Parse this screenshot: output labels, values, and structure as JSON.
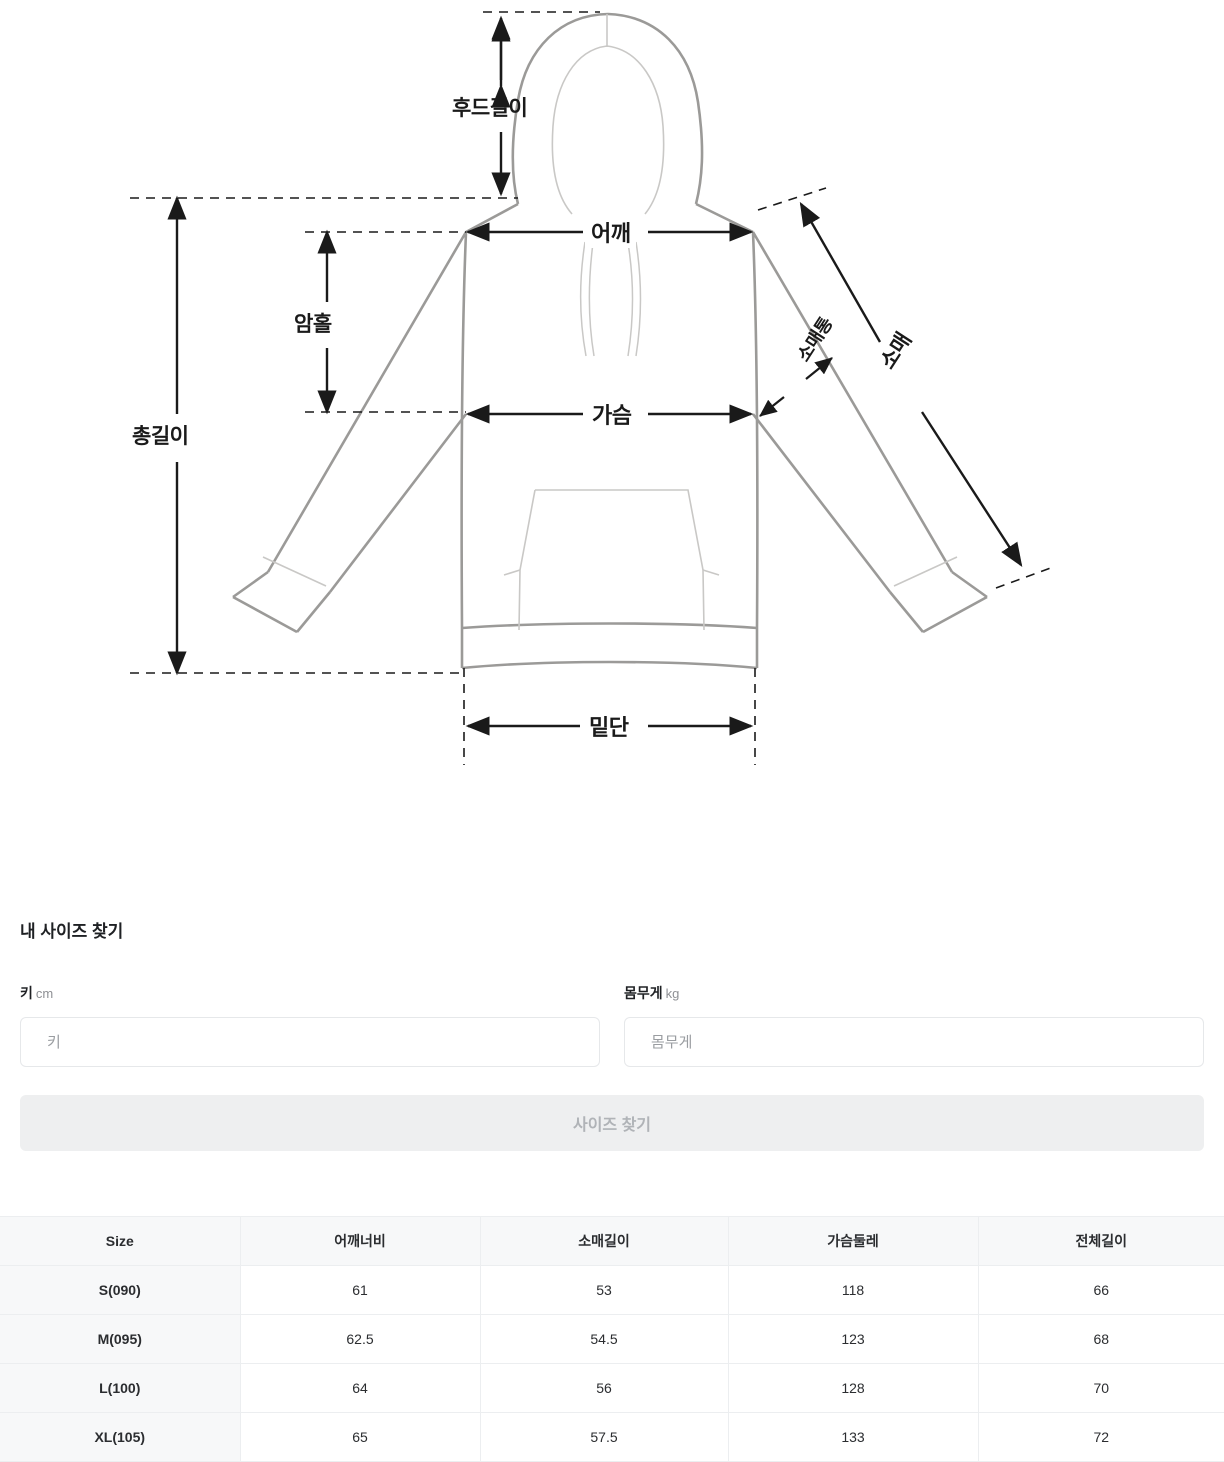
{
  "diagram": {
    "name": "hoodie-measurement-diagram",
    "labels": {
      "hood_length": "후드길이",
      "total_length": "총길이",
      "armhole": "암홀",
      "shoulder": "어깨",
      "chest": "가슴",
      "hem": "밑단",
      "sleeve": "소매",
      "sleeve_width": "소매통"
    }
  },
  "finder": {
    "title": "내 사이즈 찾기",
    "height_field": {
      "label": "키",
      "unit": "cm",
      "placeholder": "키",
      "value": ""
    },
    "weight_field": {
      "label": "몸무게",
      "unit": "kg",
      "placeholder": "몸무게",
      "value": ""
    },
    "submit_label": "사이즈 찾기"
  },
  "size_table": {
    "columns": [
      "Size",
      "어깨너비",
      "소매길이",
      "가슴둘레",
      "전체길이"
    ],
    "rows": [
      {
        "size": "S(090)",
        "shoulder": "61",
        "sleeve": "53",
        "chest": "118",
        "length": "66"
      },
      {
        "size": "M(095)",
        "shoulder": "62.5",
        "sleeve": "54.5",
        "chest": "123",
        "length": "68"
      },
      {
        "size": "L(100)",
        "shoulder": "64",
        "sleeve": "56",
        "chest": "128",
        "length": "70"
      },
      {
        "size": "XL(105)",
        "shoulder": "65",
        "sleeve": "57.5",
        "chest": "133",
        "length": "72"
      }
    ]
  },
  "colors": {
    "garment_outline": "#9b9a98",
    "garment_detail": "#c9c8c6",
    "dimension_line": "#1a1a1a",
    "table_header_bg": "#f7f8f9",
    "button_bg": "#eeeff0",
    "button_text": "#b0b3b7"
  }
}
